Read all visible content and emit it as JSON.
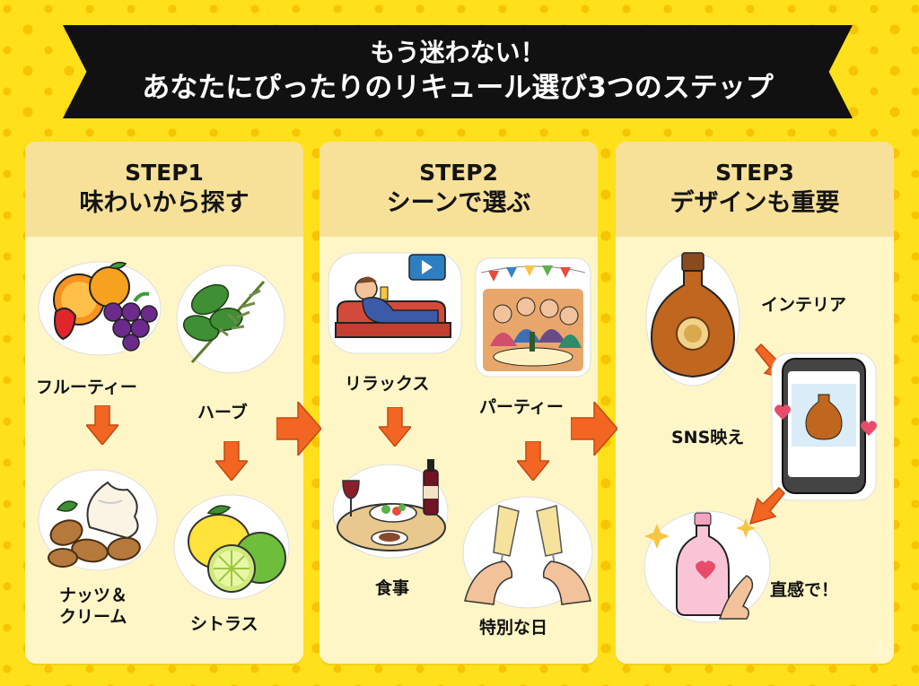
{
  "title": {
    "line1": "もう迷わない！",
    "line2": "あなたにぴったりのリキュール選び3つのステップ"
  },
  "steps": [
    {
      "step": "STEP1",
      "heading": "味わいから探す",
      "items": [
        "フルーティー",
        "ハーブ",
        "ナッツ＆\nクリーム",
        "シトラス"
      ]
    },
    {
      "step": "STEP2",
      "heading": "シーンで選ぶ",
      "items": [
        "リラックス",
        "パーティー",
        "食事",
        "特別な日"
      ]
    },
    {
      "step": "STEP3",
      "heading": "デザインも重要",
      "items": [
        "インテリア",
        "SNS映え",
        "直感で！"
      ]
    }
  ],
  "colors": {
    "background": "#FFE01B",
    "banner": "#111111",
    "panel": "#FFF6C8",
    "panel_header": "#F7E198",
    "arrow": "#F26522"
  },
  "icons": [
    "fruit-icon",
    "herb-icon",
    "nuts-cream-icon",
    "citrus-icon",
    "sofa-relax-icon",
    "party-icon",
    "dinner-icon",
    "toast-glasses-icon",
    "liqueur-bottle-icon",
    "smartphone-icon",
    "pink-bottle-icon",
    "sparkle-icon"
  ]
}
